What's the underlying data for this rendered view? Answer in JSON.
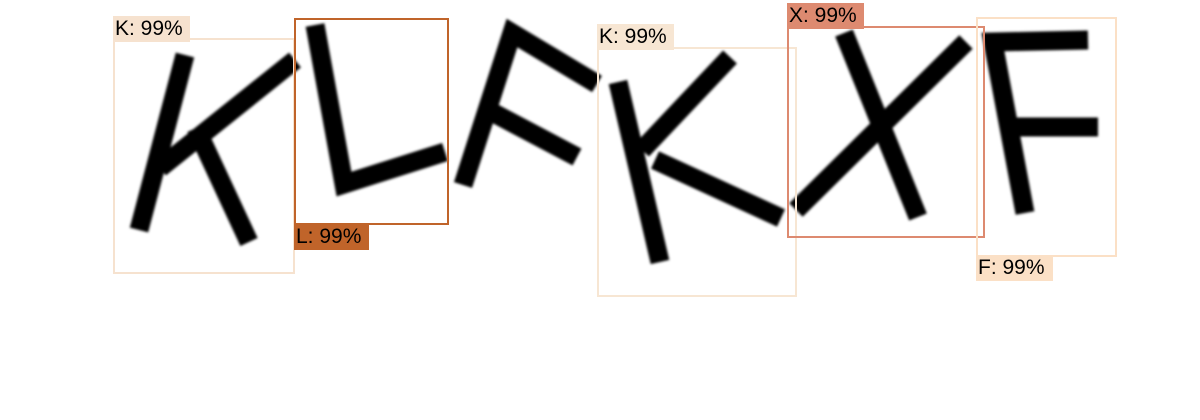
{
  "captcha": {
    "characters": [
      "K",
      "L",
      "F",
      "K",
      "X",
      "F"
    ],
    "glyph_color": "#000000"
  },
  "detections": [
    {
      "label": "K: 99%",
      "char": "K",
      "confidence_percent": 99,
      "color": "#f6e2cf"
    },
    {
      "label": "L: 99%",
      "char": "L",
      "confidence_percent": 99,
      "color": "#c0642a"
    },
    {
      "label": "K: 99%",
      "char": "K",
      "confidence_percent": 99,
      "color": "#f7e6d3"
    },
    {
      "label": "X: 99%",
      "char": "X",
      "confidence_percent": 99,
      "color": "#dd8a70"
    },
    {
      "label": "F: 99%",
      "char": "F",
      "confidence_percent": 99,
      "color": "#fbe0c6"
    }
  ]
}
